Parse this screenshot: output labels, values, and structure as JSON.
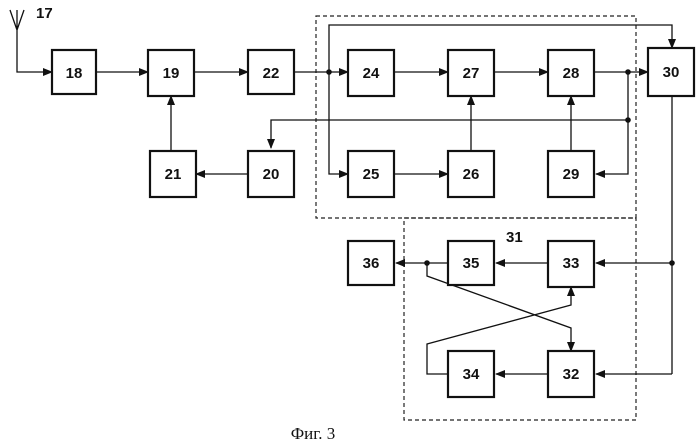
{
  "blocks": {
    "b18": "18",
    "b19": "19",
    "b20": "20",
    "b21": "21",
    "b22": "22",
    "b24": "24",
    "b25": "25",
    "b26": "26",
    "b27": "27",
    "b28": "28",
    "b29": "29",
    "b30": "30",
    "b32": "32",
    "b33": "33",
    "b34": "34",
    "b35": "35",
    "b36": "36"
  },
  "labels": {
    "antenna": "17",
    "group": "31"
  },
  "caption": "Фиг. 3"
}
